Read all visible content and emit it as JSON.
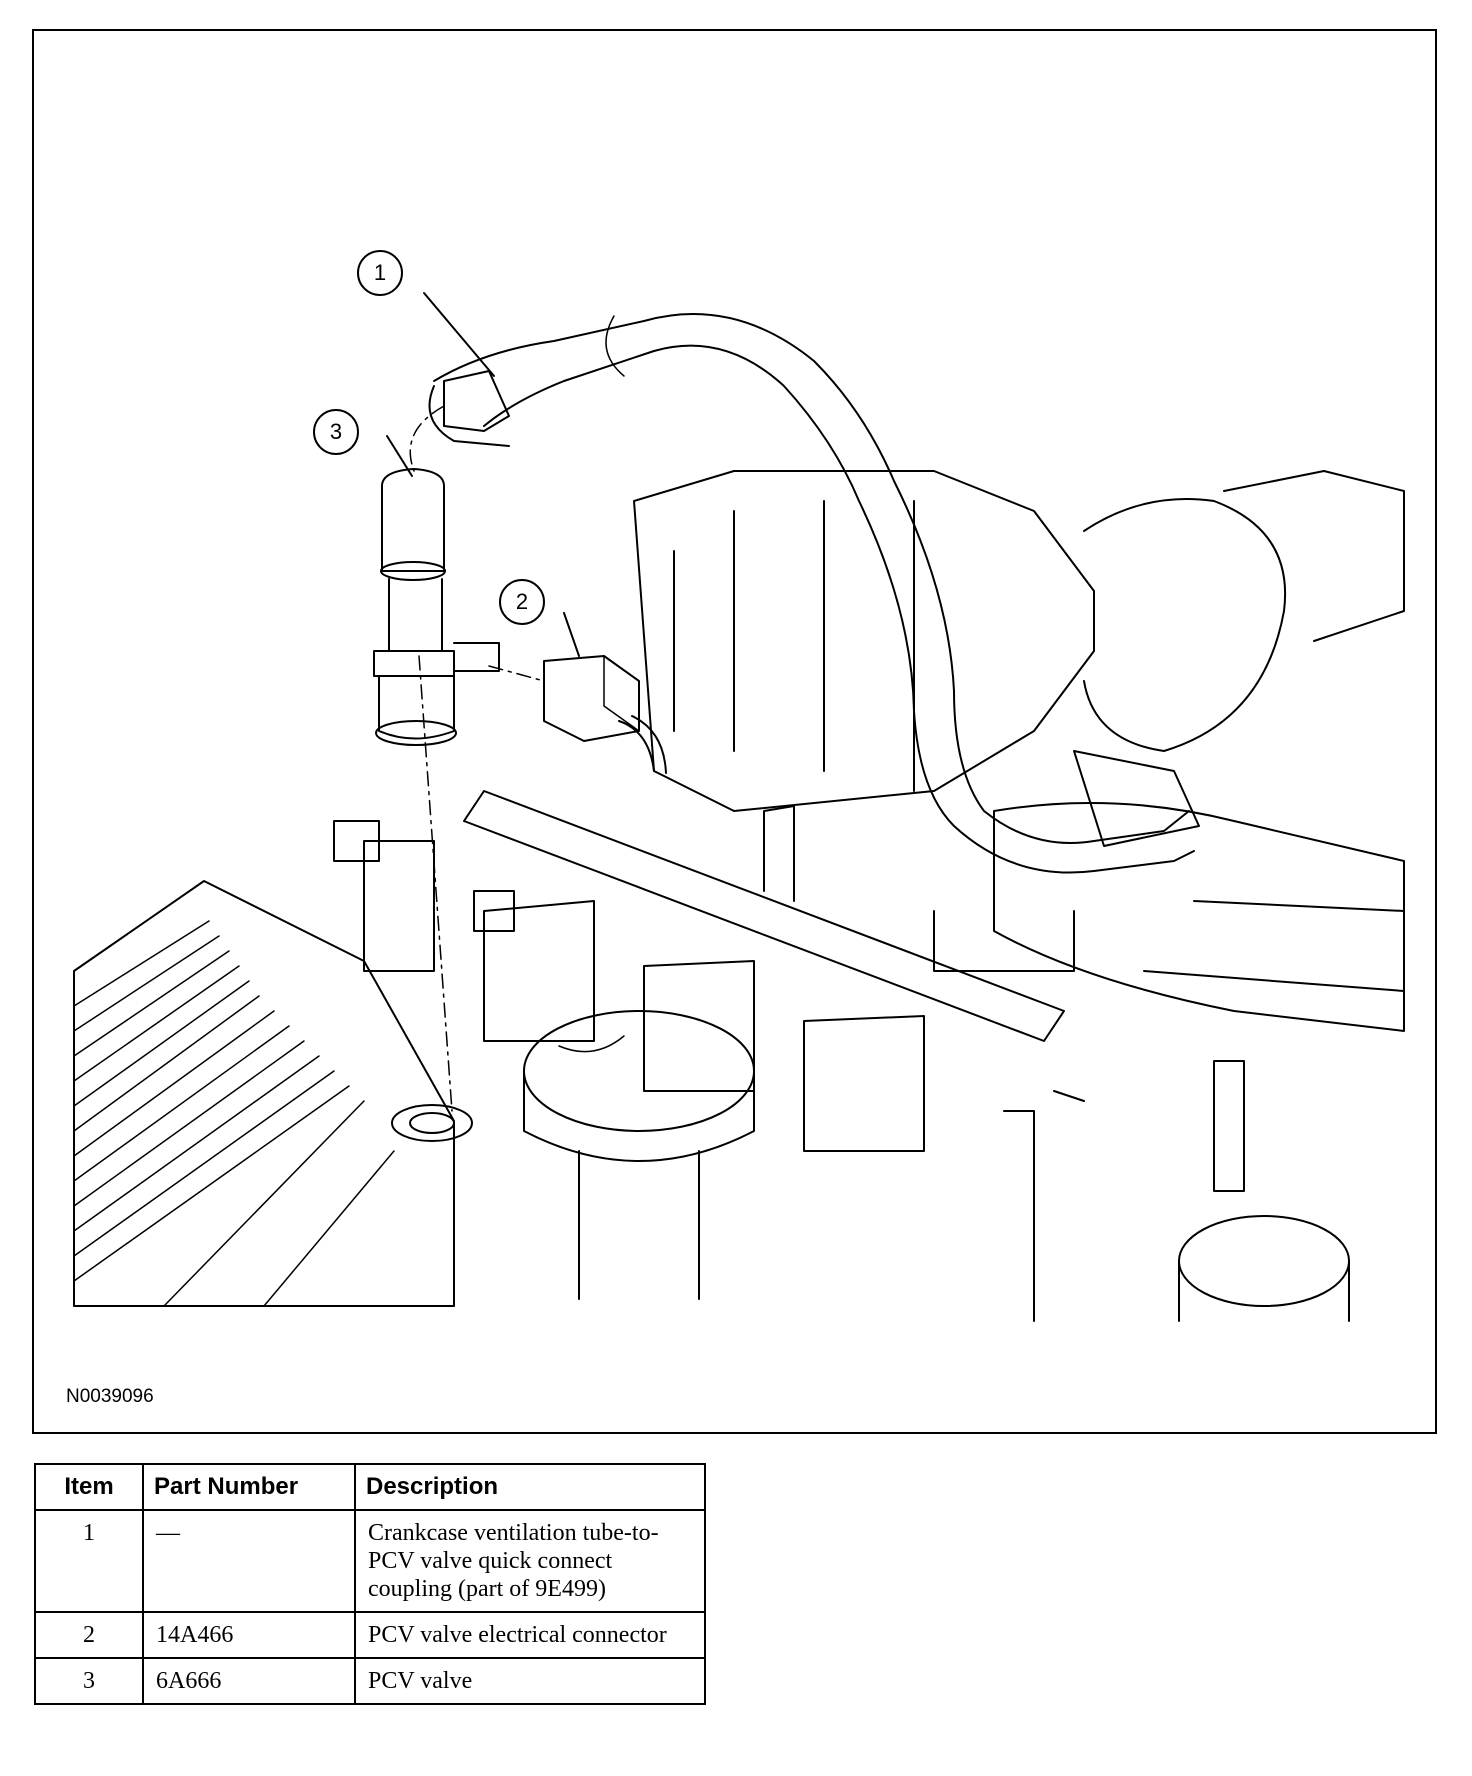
{
  "figure": {
    "id": "N0039096",
    "callouts": [
      "1",
      "2",
      "3"
    ]
  },
  "legend": {
    "headers": [
      "Item",
      "Part Number",
      "Description"
    ],
    "rows": [
      {
        "item": "1",
        "part_number": "—",
        "description": "Crankcase ventilation tube-to-PCV valve quick connect coupling (part of 9E499)"
      },
      {
        "item": "2",
        "part_number": "14A466",
        "description": "PCV valve electrical connector"
      },
      {
        "item": "3",
        "part_number": "6A666",
        "description": "PCV valve"
      }
    ]
  },
  "colors": {
    "line": "#000000",
    "background": "#ffffff"
  }
}
